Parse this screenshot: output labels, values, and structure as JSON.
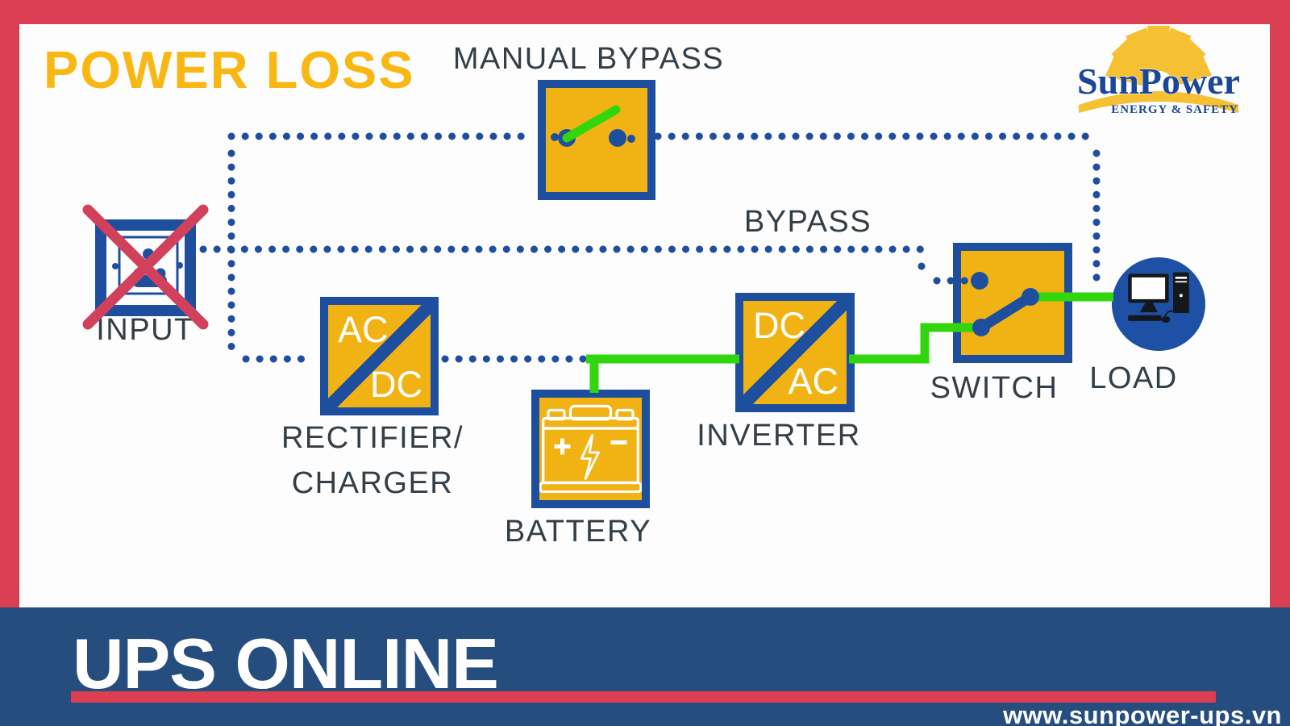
{
  "header": {
    "title": "POWER LOSS"
  },
  "logo": {
    "brand": "SunPower",
    "tagline": "ENERGY & SAFETY"
  },
  "nodes": {
    "manual_bypass": {
      "label": "MANUAL BYPASS"
    },
    "bypass": {
      "label": "BYPASS"
    },
    "input": {
      "label": "INPUT"
    },
    "rectifier": {
      "label_line1": "RECTIFIER/",
      "label_line2": "CHARGER",
      "top": "AC",
      "bottom": "DC"
    },
    "battery": {
      "label": "BATTERY"
    },
    "inverter": {
      "label": "INVERTER",
      "top": "DC",
      "bottom": "AC"
    },
    "switch": {
      "label": "SWITCH"
    },
    "load": {
      "label": "LOAD"
    }
  },
  "footer": {
    "banner": "UPS ONLINE",
    "website": "www.sunpower-ups.vn"
  },
  "icons": {
    "input": "power-socket-icon",
    "input_status": "red-cross-icon",
    "manual_bypass": "open-switch-icon",
    "switch": "transfer-switch-icon",
    "battery": "battery-icon",
    "load": "computer-icon",
    "logo": "sun-rays-icon"
  },
  "palette": {
    "box_yellow": "#F1B214",
    "title_yellow": "#F8B713",
    "wire_blue": "#1E4F9F",
    "active_green": "#31D70C",
    "frame_red": "#DA3F54",
    "cross_red": "#D2415C",
    "banner_blue": "#254D7E",
    "underline_red": "#DC3E52",
    "load_blue": "#1E50A6",
    "logo_blue": "#1B4796",
    "label_dark": "#333E46"
  }
}
